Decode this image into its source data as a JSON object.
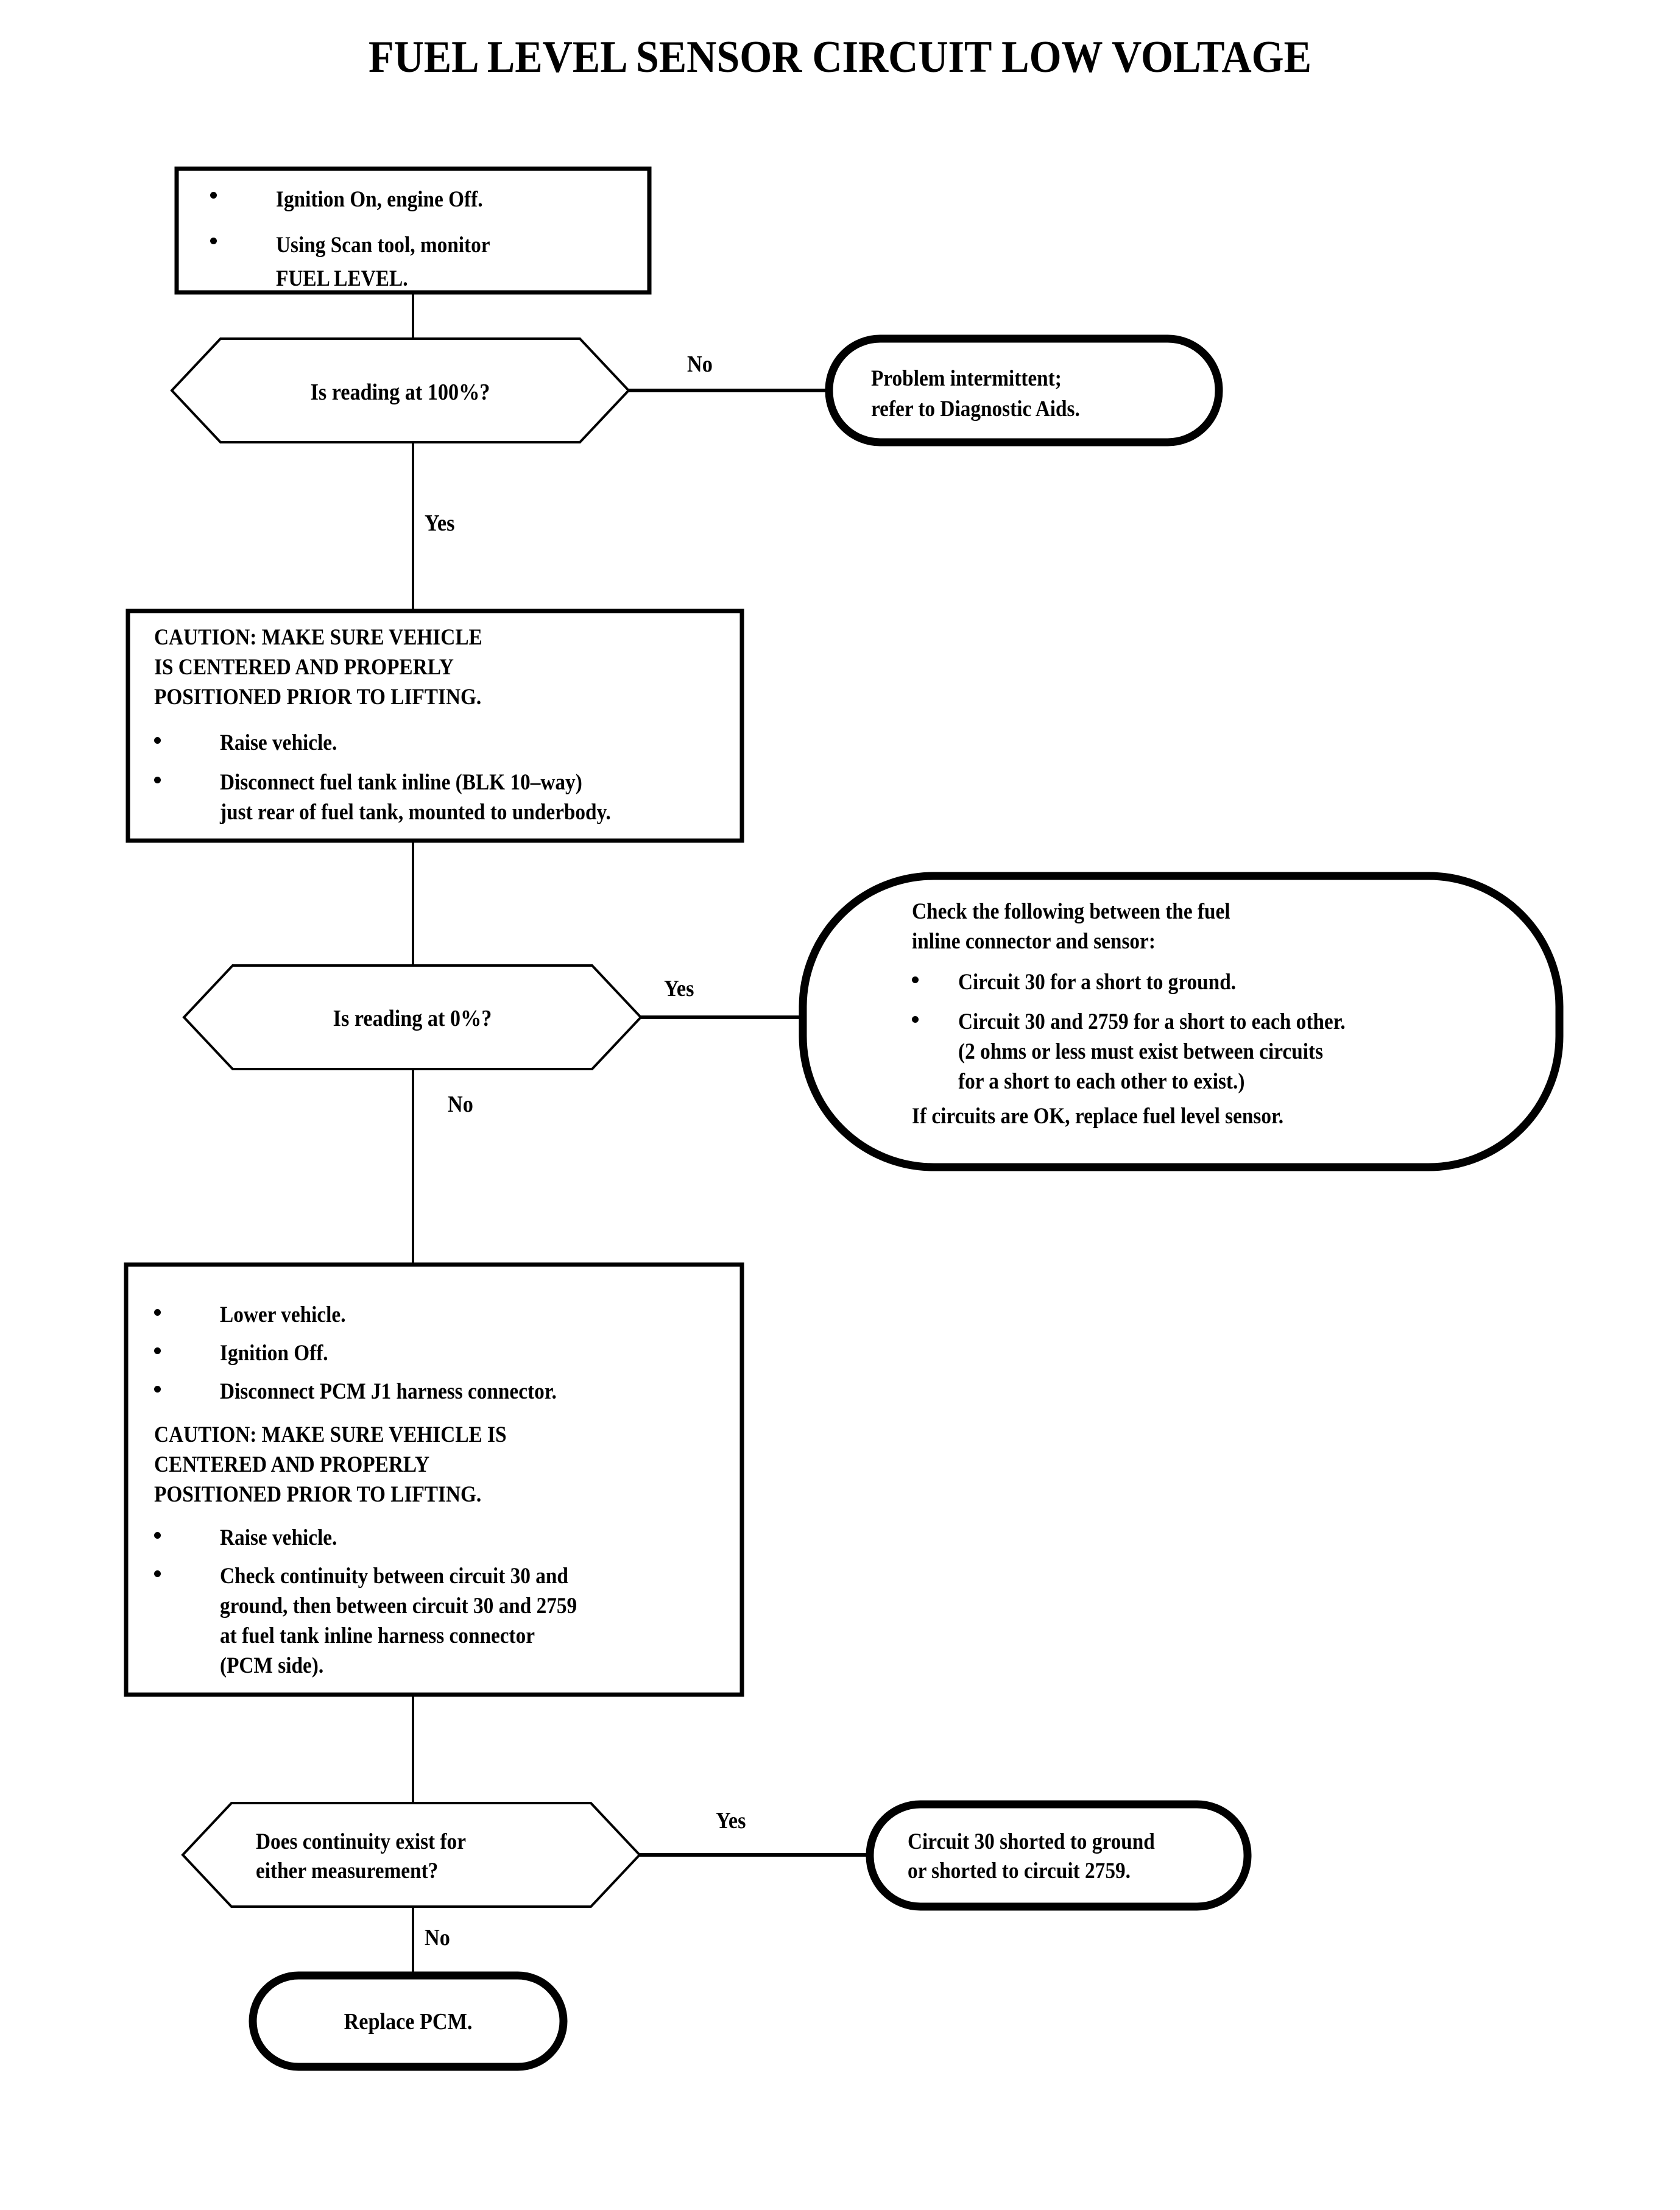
{
  "document": {
    "title": "FUEL LEVEL SENSOR CIRCUIT LOW VOLTAGE",
    "type": "diagnostic-flowchart"
  },
  "nodes": {
    "step1": {
      "shape": "process",
      "bullets": [
        "Ignition On, engine Off.",
        "Using Scan tool, monitor\nFUEL LEVEL."
      ],
      "b1_l1": "Ignition On, engine Off.",
      "b2_l1": "Using Scan tool, monitor",
      "b2_l2": "FUEL LEVEL."
    },
    "decision1": {
      "shape": "decision",
      "text": "Is reading at 100%?"
    },
    "terminator1": {
      "shape": "terminator",
      "l1": "Problem intermittent;",
      "l2": "refer to Diagnostic Aids."
    },
    "step2": {
      "shape": "process",
      "caution_l1": "CAUTION: MAKE SURE VEHICLE",
      "caution_l2": "IS CENTERED AND PROPERLY",
      "caution_l3": "POSITIONED PRIOR TO LIFTING.",
      "b1_l1": "Raise vehicle.",
      "b2_l1": "Disconnect fuel tank inline (BLK 10–way)",
      "b2_l2": "just rear of fuel tank, mounted to underbody."
    },
    "decision2": {
      "shape": "decision",
      "text": "Is reading at 0%?"
    },
    "terminator2": {
      "shape": "terminator-oval",
      "intro_l1": "Check the following between the fuel",
      "intro_l2": "inline connector and sensor:",
      "b1_l1": "Circuit 30 for a short to ground.",
      "b2_l1": "Circuit 30 and 2759 for a short to each other.",
      "b2_l2": "(2 ohms or less must exist between circuits",
      "b2_l3": "for a short to each other to exist.)",
      "outro_l1": "If circuits are OK, replace fuel level sensor."
    },
    "step3": {
      "shape": "process",
      "b1_l1": "Lower vehicle.",
      "b2_l1": "Ignition Off.",
      "b3_l1": "Disconnect PCM J1 harness connector.",
      "caution_l1": "CAUTION: MAKE SURE VEHICLE IS",
      "caution_l2": "CENTERED AND PROPERLY",
      "caution_l3": "POSITIONED PRIOR TO LIFTING.",
      "b4_l1": "Raise vehicle.",
      "b5_l1": "Check continuity between circuit 30 and",
      "b5_l2": "ground, then between circuit 30 and 2759",
      "b5_l3": "at fuel tank inline harness connector",
      "b5_l4": "(PCM side)."
    },
    "decision3": {
      "shape": "decision",
      "l1": "Does continuity exist for",
      "l2": "either measurement?"
    },
    "terminator3": {
      "shape": "terminator",
      "l1": "Circuit 30 shorted to ground",
      "l2": "or shorted to circuit 2759."
    },
    "terminator4": {
      "shape": "terminator",
      "text": "Replace PCM."
    }
  },
  "edge_labels": {
    "d1_no": "No",
    "d1_yes": "Yes",
    "d2_yes": "Yes",
    "d2_no": "No",
    "d3_yes": "Yes",
    "d3_no": "No"
  },
  "colors": {
    "background": "#ffffff",
    "ink": "#000000"
  }
}
